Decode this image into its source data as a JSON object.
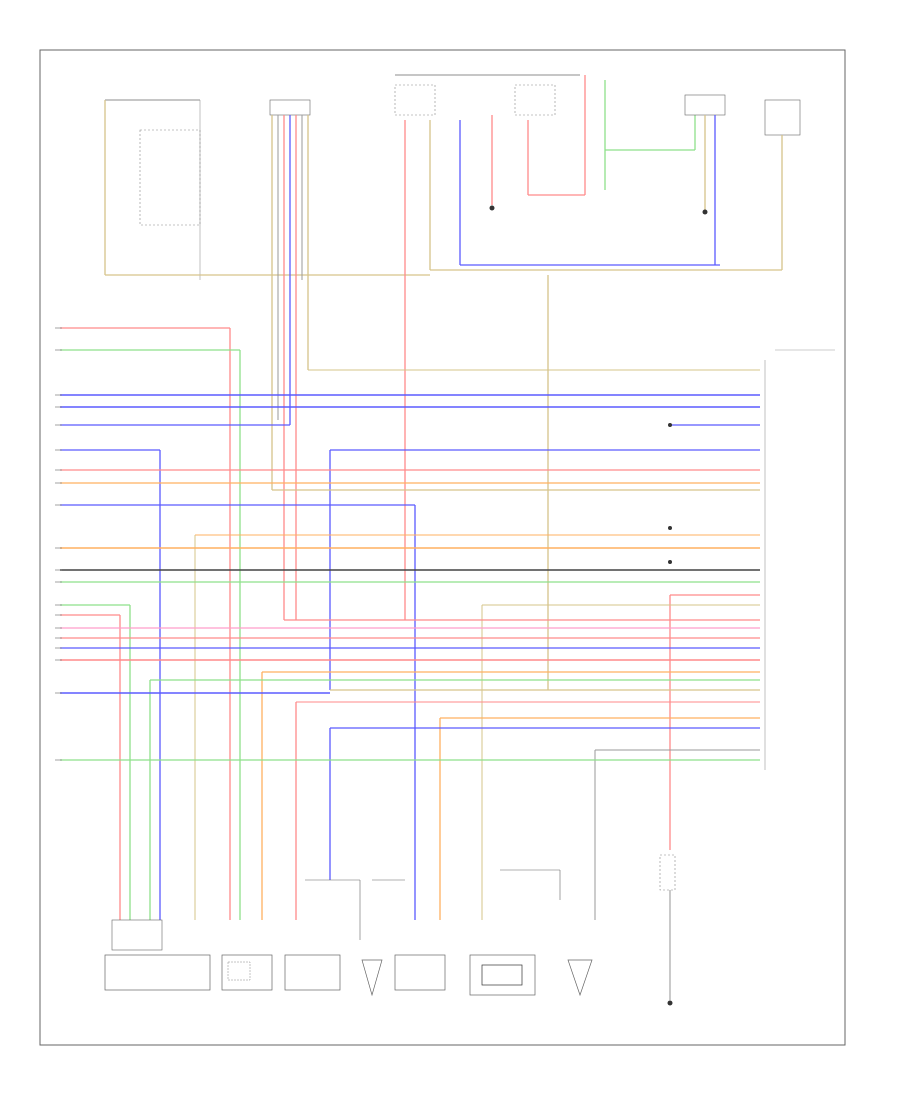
{
  "diagram": {
    "footer_code": "",
    "top_components": [
      {
        "id": "relay-left",
        "lines": [
          "",
          "",
          "",
          "",
          ""
        ]
      },
      {
        "id": "block-left",
        "lines": [
          "",
          "",
          "",
          ""
        ]
      },
      {
        "id": "top-note",
        "lines": [
          "",
          "",
          "",
          "",
          "",
          ""
        ]
      },
      {
        "id": "fuse-a",
        "lines": [
          "",
          ""
        ]
      },
      {
        "id": "fuse-b",
        "lines": [
          "",
          ""
        ]
      },
      {
        "id": "mid-note",
        "lines": [
          "",
          "",
          "",
          "",
          "",
          ""
        ]
      },
      {
        "id": "top-right-1",
        "lines": [
          "",
          "",
          "",
          ""
        ]
      },
      {
        "id": "top-right-2",
        "lines": [
          "",
          "",
          "",
          "",
          ""
        ]
      }
    ],
    "right_pins": [
      {
        "pin": "",
        "label": ""
      },
      {
        "pin": "",
        "label": ""
      },
      {
        "pin": "",
        "label": ""
      },
      {
        "pin": "",
        "label": ""
      },
      {
        "pin": "",
        "label": ""
      },
      {
        "pin": "",
        "label": ""
      },
      {
        "pin": "",
        "label": ""
      },
      {
        "pin": "",
        "label": ""
      },
      {
        "pin": "",
        "label": ""
      },
      {
        "pin": "",
        "label": ""
      },
      {
        "pin": "",
        "label": ""
      },
      {
        "pin": "",
        "label": ""
      },
      {
        "pin": "",
        "label": ""
      },
      {
        "pin": "",
        "label": ""
      },
      {
        "pin": "",
        "label": ""
      },
      {
        "pin": "",
        "label": ""
      },
      {
        "pin": "",
        "label": ""
      },
      {
        "pin": "",
        "label": ""
      },
      {
        "pin": "",
        "label": ""
      },
      {
        "pin": "",
        "label": ""
      },
      {
        "pin": "",
        "label": ""
      },
      {
        "pin": "",
        "label": ""
      },
      {
        "pin": "",
        "label": ""
      },
      {
        "pin": "",
        "label": ""
      },
      {
        "pin": "",
        "label": ""
      },
      {
        "pin": "",
        "label": ""
      },
      {
        "pin": "",
        "label": ""
      },
      {
        "pin": "",
        "label": ""
      },
      {
        "pin": "",
        "label": ""
      },
      {
        "pin": "",
        "label": ""
      },
      {
        "pin": "",
        "label": ""
      }
    ],
    "bottom_components": [
      {
        "id": "sensor-a",
        "lines": [
          "",
          "",
          "",
          "",
          "",
          ""
        ]
      },
      {
        "id": "sensor-b",
        "lines": [
          "",
          "",
          "",
          "",
          ""
        ]
      },
      {
        "id": "sensor-c",
        "lines": [
          "",
          "",
          "",
          "",
          "",
          ""
        ]
      },
      {
        "id": "sensor-d",
        "lines": [
          "",
          "",
          "",
          ""
        ]
      },
      {
        "id": "sensor-e",
        "lines": [
          "",
          "",
          "",
          "",
          "",
          ""
        ]
      },
      {
        "id": "sensor-f",
        "lines": [
          "",
          "",
          "",
          "",
          ""
        ]
      },
      {
        "id": "sensor-g",
        "lines": [
          "",
          "",
          "",
          "",
          ""
        ]
      },
      {
        "id": "sensor-h",
        "lines": [
          "",
          "",
          "",
          "",
          ""
        ]
      }
    ],
    "module_label": [
      "",
      "",
      "",
      "",
      ""
    ],
    "wire_colors": {
      "red": "#ff8a8a",
      "green": "#8ee08a",
      "blue": "#5b5bff",
      "tan": "#d6c48a",
      "orange": "#ffb060",
      "gray": "#9a9a9a",
      "dark": "#444444",
      "pink": "#ff9ec9",
      "violet": "#b08cff",
      "frame": "#666666"
    }
  }
}
